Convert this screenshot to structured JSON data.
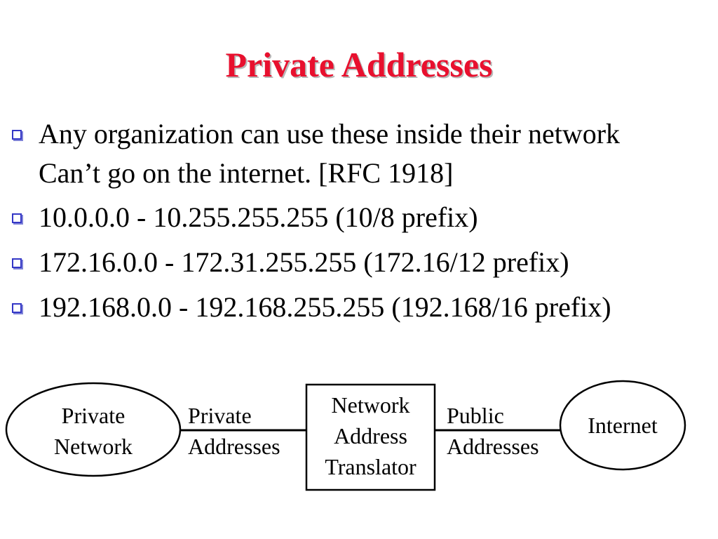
{
  "slide": {
    "title": "Private Addresses"
  },
  "bullets": [
    {
      "lines": [
        "Any organization can use these inside their network",
        "Can’t go on the internet. [RFC 1918]"
      ]
    },
    {
      "lines": [
        "10.0.0.0 - 10.255.255.255  (10/8 prefix)"
      ]
    },
    {
      "lines": [
        "172.16.0.0 - 172.31.255.255  (172.16/12 prefix)"
      ]
    },
    {
      "lines": [
        "192.168.0.0 - 192.168.255.255 (192.168/16 prefix)"
      ]
    }
  ],
  "diagram": {
    "private_network": [
      "Private",
      "Network"
    ],
    "left_link_label": [
      "Private",
      "Addresses"
    ],
    "nat_box": [
      "Network",
      "Address",
      "Translator"
    ],
    "right_link_label": [
      "Public",
      "Addresses"
    ],
    "internet": "Internet"
  },
  "colors": {
    "title": "#e8102e",
    "bullet_marker": "#3437c6"
  }
}
